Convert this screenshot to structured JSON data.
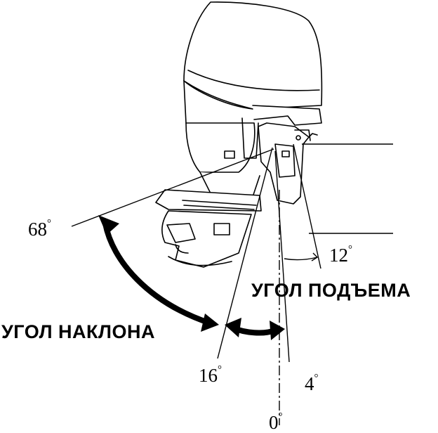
{
  "labels": {
    "angle_68": "68",
    "angle_12": "12",
    "angle_16": "16",
    "angle_4": "4",
    "angle_0": "0",
    "degree_symbol": "°",
    "trim_angle": "УГОЛ ПОДЪЕМА",
    "tilt_angle": "УГОЛ НАКЛОНА"
  },
  "colors": {
    "ink": "#000000",
    "paper": "#ffffff"
  }
}
